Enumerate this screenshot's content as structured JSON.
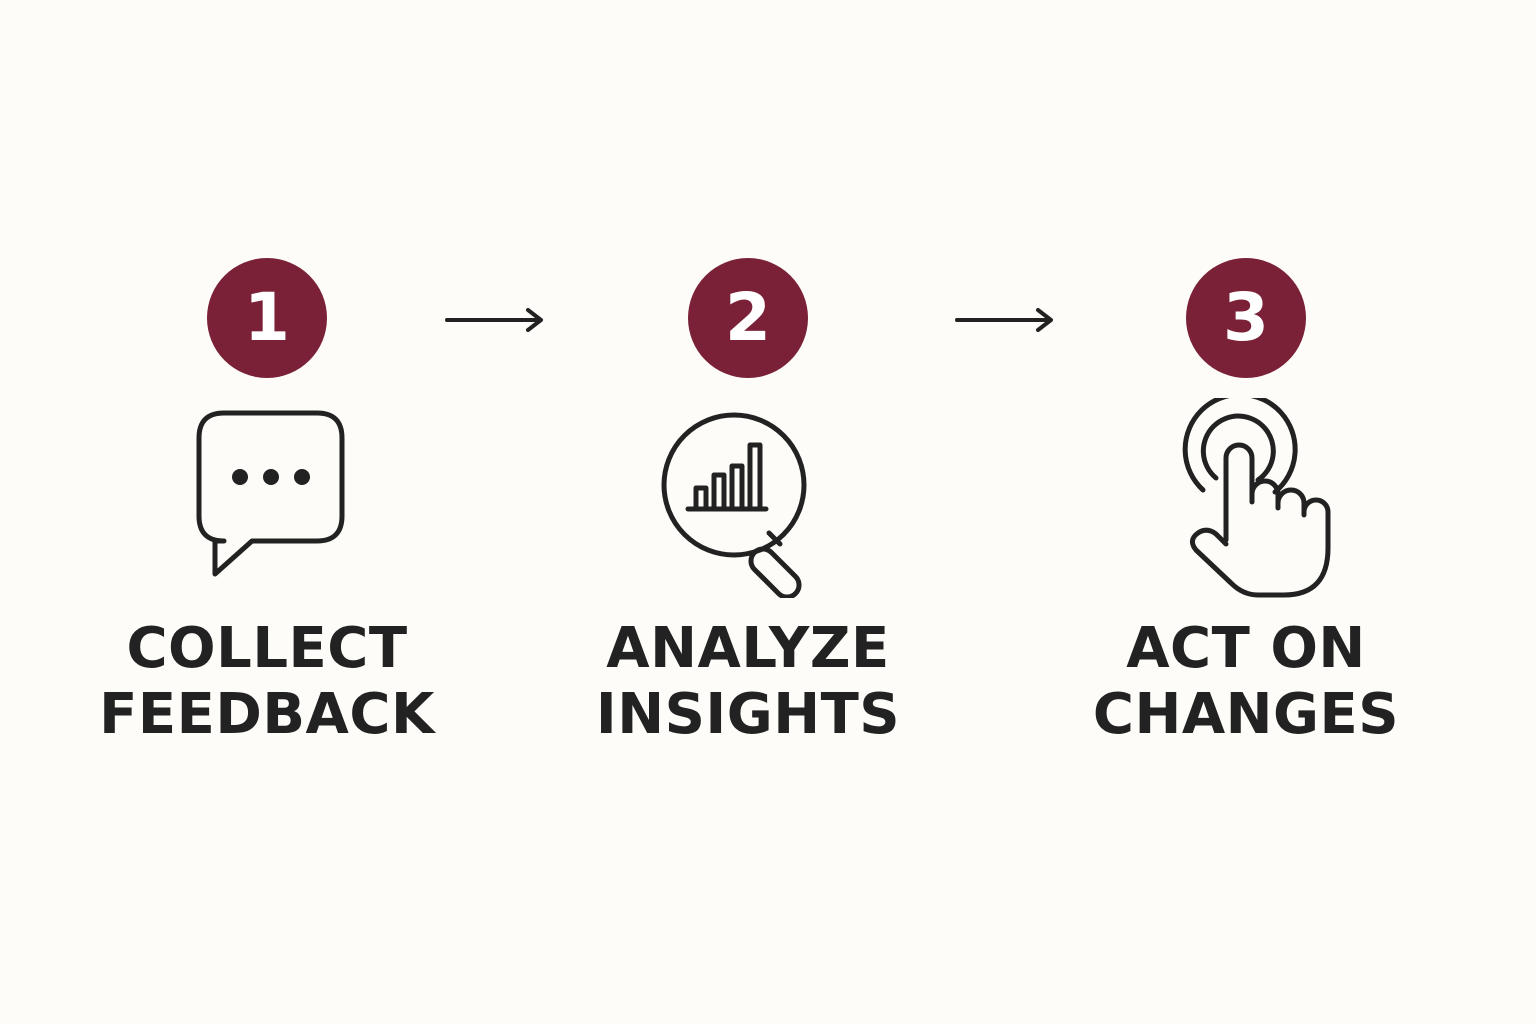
{
  "colors": {
    "background": "#fdfcf8",
    "badge": "#7a2137",
    "text": "#222222"
  },
  "steps": [
    {
      "number": "1",
      "icon": "chat-bubble-icon",
      "label_line1": "COLLECT",
      "label_line2": "FEEDBACK"
    },
    {
      "number": "2",
      "icon": "magnifier-chart-icon",
      "label_line1": "ANALYZE",
      "label_line2": "INSIGHTS"
    },
    {
      "number": "3",
      "icon": "tap-hand-icon",
      "label_line1": "ACT ON",
      "label_line2": "CHANGES"
    }
  ],
  "arrows": [
    {
      "icon": "arrow-right-icon"
    },
    {
      "icon": "arrow-right-icon"
    }
  ]
}
